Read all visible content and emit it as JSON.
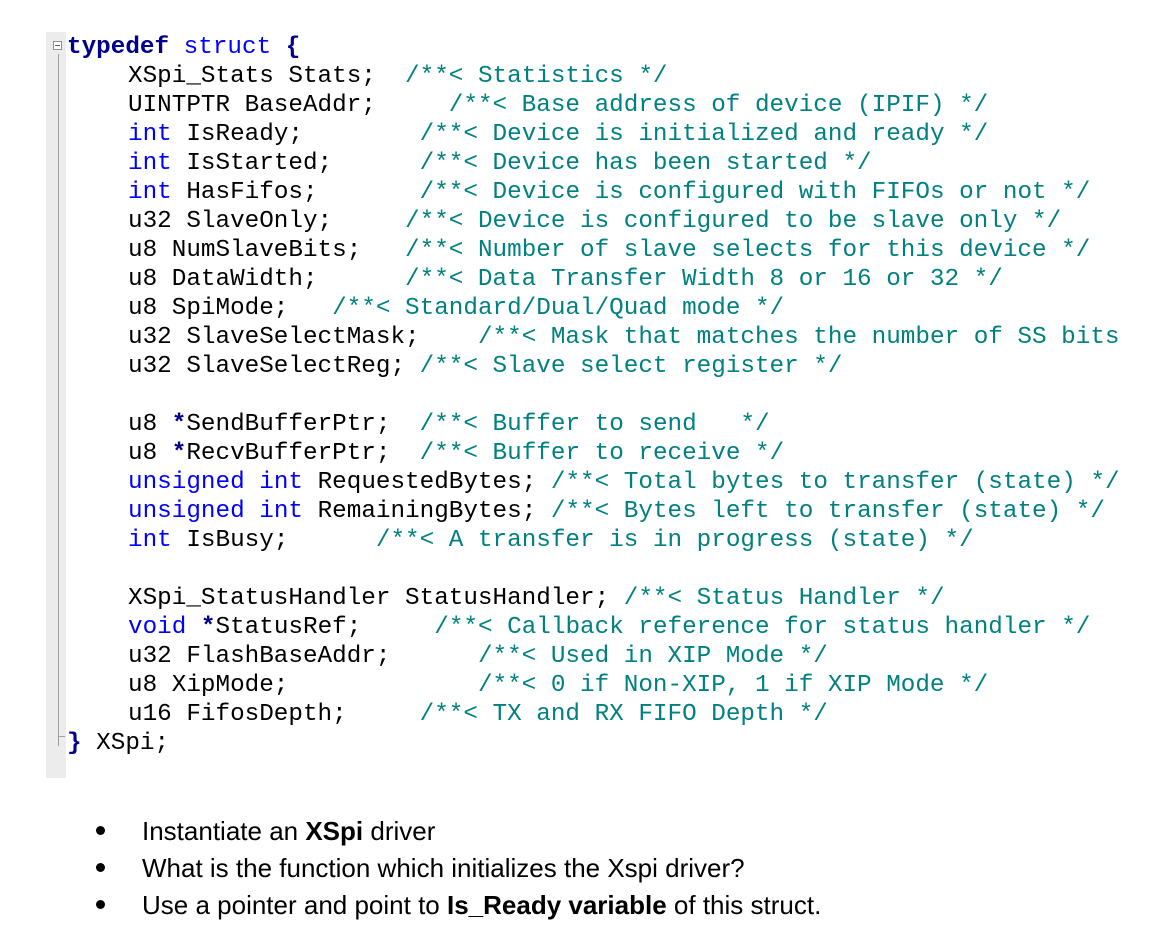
{
  "code": {
    "lines": [
      [
        [
          "kwb",
          "typedef"
        ],
        [
          "t",
          " "
        ],
        [
          "kw",
          "struct"
        ],
        [
          "t",
          " "
        ],
        [
          "op",
          "{"
        ]
      ],
      [
        [
          "t",
          "XSpi_Stats Stats;"
        ],
        [
          "t",
          "  "
        ],
        [
          "cm",
          "/**< Statistics */"
        ]
      ],
      [
        [
          "t",
          "UINTPTR BaseAddr;"
        ],
        [
          "t",
          "     "
        ],
        [
          "cm",
          "/**< Base address of device (IPIF) */"
        ]
      ],
      [
        [
          "kw",
          "int"
        ],
        [
          "t",
          " IsReady;"
        ],
        [
          "t",
          "        "
        ],
        [
          "cm",
          "/**< Device is initialized and ready */"
        ]
      ],
      [
        [
          "kw",
          "int"
        ],
        [
          "t",
          " IsStarted;"
        ],
        [
          "t",
          "      "
        ],
        [
          "cm",
          "/**< Device has been started */"
        ]
      ],
      [
        [
          "kw",
          "int"
        ],
        [
          "t",
          " HasFifos;"
        ],
        [
          "t",
          "       "
        ],
        [
          "cm",
          "/**< Device is configured with FIFOs or not */"
        ]
      ],
      [
        [
          "t",
          "u32 SlaveOnly;"
        ],
        [
          "t",
          "     "
        ],
        [
          "cm",
          "/**< Device is configured to be slave only */"
        ]
      ],
      [
        [
          "t",
          "u8 NumSlaveBits;"
        ],
        [
          "t",
          "   "
        ],
        [
          "cm",
          "/**< Number of slave selects for this device */"
        ]
      ],
      [
        [
          "t",
          "u8 DataWidth;"
        ],
        [
          "t",
          "      "
        ],
        [
          "cm",
          "/**< Data Transfer Width 8 or 16 or 32 */"
        ]
      ],
      [
        [
          "t",
          "u8 SpiMode;"
        ],
        [
          "t",
          "   "
        ],
        [
          "cm",
          "/**< Standard/Dual/Quad mode */"
        ]
      ],
      [
        [
          "t",
          "u32 SlaveSelectMask;"
        ],
        [
          "t",
          "    "
        ],
        [
          "cm",
          "/**< Mask that matches the number of SS bits"
        ]
      ],
      [
        [
          "t",
          "u32 SlaveSelectReg;"
        ],
        [
          "t",
          " "
        ],
        [
          "cm",
          "/**< Slave select register */"
        ]
      ],
      [],
      [
        [
          "t",
          "u8 "
        ],
        [
          "op",
          "*"
        ],
        [
          "t",
          "SendBufferPtr;"
        ],
        [
          "t",
          "  "
        ],
        [
          "cm",
          "/**< Buffer to send   */"
        ]
      ],
      [
        [
          "t",
          "u8 "
        ],
        [
          "op",
          "*"
        ],
        [
          "t",
          "RecvBufferPtr;"
        ],
        [
          "t",
          "  "
        ],
        [
          "cm",
          "/**< Buffer to receive */"
        ]
      ],
      [
        [
          "kw",
          "unsigned"
        ],
        [
          "t",
          " "
        ],
        [
          "kw",
          "int"
        ],
        [
          "t",
          " RequestedBytes;"
        ],
        [
          "t",
          " "
        ],
        [
          "cm",
          "/**< Total bytes to transfer (state) */"
        ]
      ],
      [
        [
          "kw",
          "unsigned"
        ],
        [
          "t",
          " "
        ],
        [
          "kw",
          "int"
        ],
        [
          "t",
          " RemainingBytes;"
        ],
        [
          "t",
          " "
        ],
        [
          "cm",
          "/**< Bytes left to transfer (state) */"
        ]
      ],
      [
        [
          "kw",
          "int"
        ],
        [
          "t",
          " IsBusy;"
        ],
        [
          "t",
          "      "
        ],
        [
          "cm",
          "/**< A transfer is in progress (state) */"
        ]
      ],
      [],
      [
        [
          "t",
          "XSpi_StatusHandler StatusHandler;"
        ],
        [
          "t",
          " "
        ],
        [
          "cm",
          "/**< Status Handler */"
        ]
      ],
      [
        [
          "kw",
          "void"
        ],
        [
          "t",
          " "
        ],
        [
          "op",
          "*"
        ],
        [
          "t",
          "StatusRef;"
        ],
        [
          "t",
          "     "
        ],
        [
          "cm",
          "/**< Callback reference for status handler */"
        ]
      ],
      [
        [
          "t",
          "u32 FlashBaseAddr;"
        ],
        [
          "t",
          "      "
        ],
        [
          "cm",
          "/**< Used in XIP Mode */"
        ]
      ],
      [
        [
          "t",
          "u8 XipMode;"
        ],
        [
          "t",
          "             "
        ],
        [
          "cm",
          "/**< 0 if Non-XIP, 1 if XIP Mode */"
        ]
      ],
      [
        [
          "t",
          "u16 FifosDepth;"
        ],
        [
          "t",
          "     "
        ],
        [
          "cm",
          "/**< TX and RX FIFO Depth */"
        ]
      ],
      [
        [
          "op",
          "}"
        ],
        [
          "t",
          " XSpi;"
        ]
      ]
    ]
  },
  "bullets": [
    [
      [
        "t",
        "Instantiate an "
      ],
      [
        "b",
        "XSpi"
      ],
      [
        "t",
        " driver"
      ]
    ],
    [
      [
        "t",
        "What is the function which initializes the Xspi driver?"
      ]
    ],
    [
      [
        "t",
        "Use a pointer and point to "
      ],
      [
        "b",
        "Is_Ready variable"
      ],
      [
        "t",
        " of this struct."
      ]
    ]
  ]
}
